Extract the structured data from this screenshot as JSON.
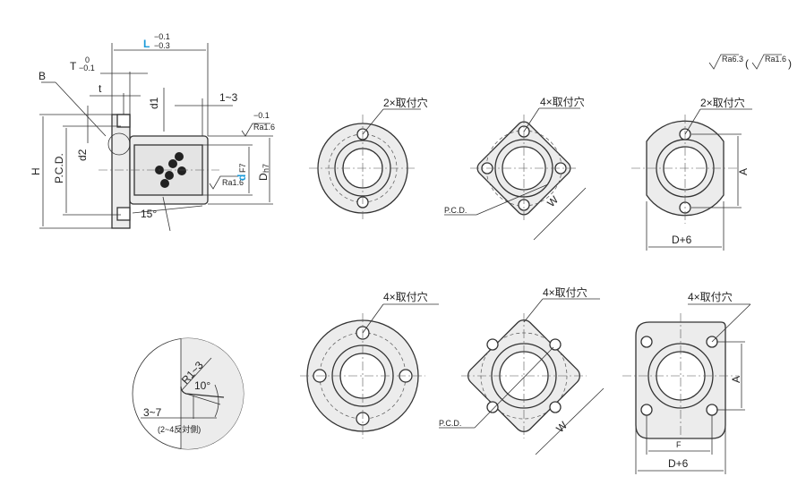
{
  "side_view": {
    "L_label": "L",
    "L_tol_upper": "−0.1",
    "L_tol_lower": "−0.3",
    "T_label": "T",
    "T_tol_upper": "0",
    "T_tol_lower": "−0.1",
    "t_label": "t",
    "B_label": "B",
    "d1_label": "d1",
    "d2_label": "d2",
    "H_label": "H",
    "pcd_label": "P.C.D.",
    "chamfer_label": "1~3",
    "flatness_tol": "−0.1",
    "ra_outer": "Ra1.6",
    "ra_inner": "Ra1.6",
    "d_label": "d",
    "d_fit": "F7",
    "D_label": "D",
    "D_fit": "h7",
    "angle_label": "15°"
  },
  "roughness_note": {
    "general": "Ra6.3",
    "specified": "Ra1.6"
  },
  "views": {
    "top_round_holes": "2×取付穴",
    "top_square_holes": "4×取付穴",
    "top_square_pcd": "P.C.D.",
    "top_square_w": "W",
    "top_cut_holes": "2×取付穴",
    "top_cut_a": "A",
    "top_cut_d6": "D+6",
    "bottom_round_holes": "4×取付穴",
    "bottom_square_holes": "4×取付穴",
    "bottom_square_pcd": "P.C.D.",
    "bottom_square_w": "W",
    "bottom_cut_holes": "4×取付穴",
    "bottom_cut_a": "A",
    "bottom_cut_f": "F",
    "bottom_cut_d6": "D+6"
  },
  "detail_b": {
    "radius": "R1~3",
    "angle": "10°",
    "depth": "3~7",
    "note": "(2~4反対側)"
  }
}
